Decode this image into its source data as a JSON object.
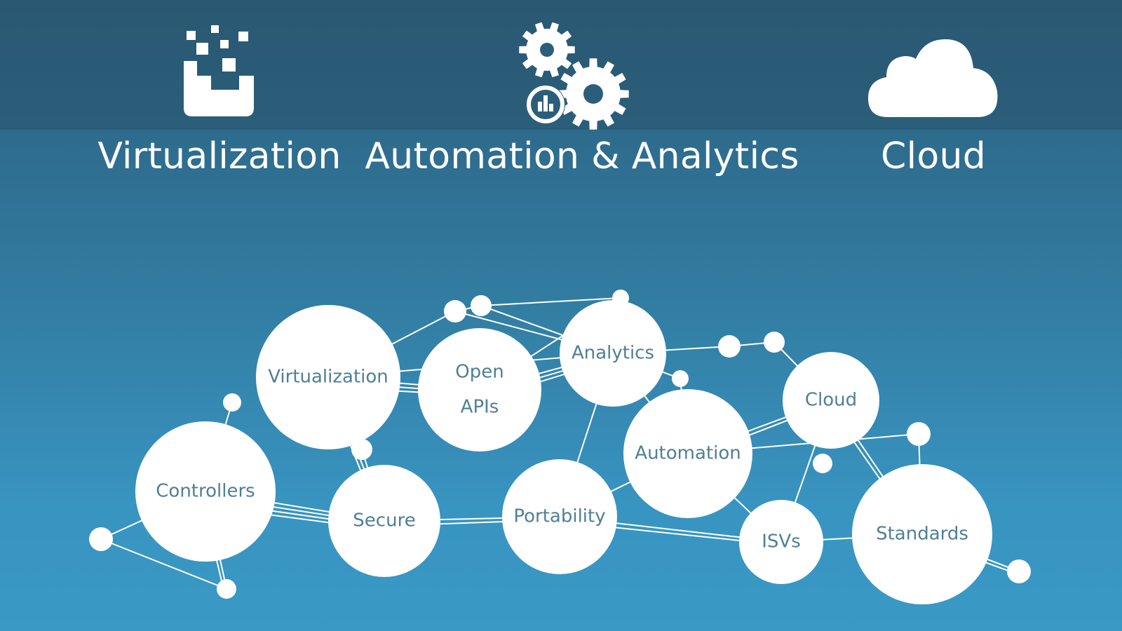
{
  "pillars": [
    {
      "id": "virtualization",
      "title": "Virtualization",
      "icon": "virtualization-blocks-icon"
    },
    {
      "id": "automation-analytics",
      "title": "Automation & Analytics",
      "icon": "gears-analytics-icon"
    },
    {
      "id": "cloud",
      "title": "Cloud",
      "icon": "cloud-icon"
    }
  ],
  "network": {
    "nodes": [
      {
        "id": "virtualization",
        "label": [
          "Virtualization"
        ]
      },
      {
        "id": "open-apis",
        "label": [
          "Open",
          "APIs"
        ]
      },
      {
        "id": "analytics",
        "label": [
          "Analytics"
        ]
      },
      {
        "id": "controllers",
        "label": [
          "Controllers"
        ]
      },
      {
        "id": "secure",
        "label": [
          "Secure"
        ]
      },
      {
        "id": "portability",
        "label": [
          "Portability"
        ]
      },
      {
        "id": "automation",
        "label": [
          "Automation"
        ]
      },
      {
        "id": "cloud",
        "label": [
          "Cloud"
        ]
      },
      {
        "id": "isvs",
        "label": [
          "ISVs"
        ]
      },
      {
        "id": "standards",
        "label": [
          "Standards"
        ]
      }
    ]
  },
  "colors": {
    "band_dark": "#2a5872",
    "background_top": "#2e6b8c",
    "background_bottom": "#3a99c5",
    "node_fill": "#ffffff",
    "node_text": "#4f7f95",
    "link": "#ffffff"
  }
}
